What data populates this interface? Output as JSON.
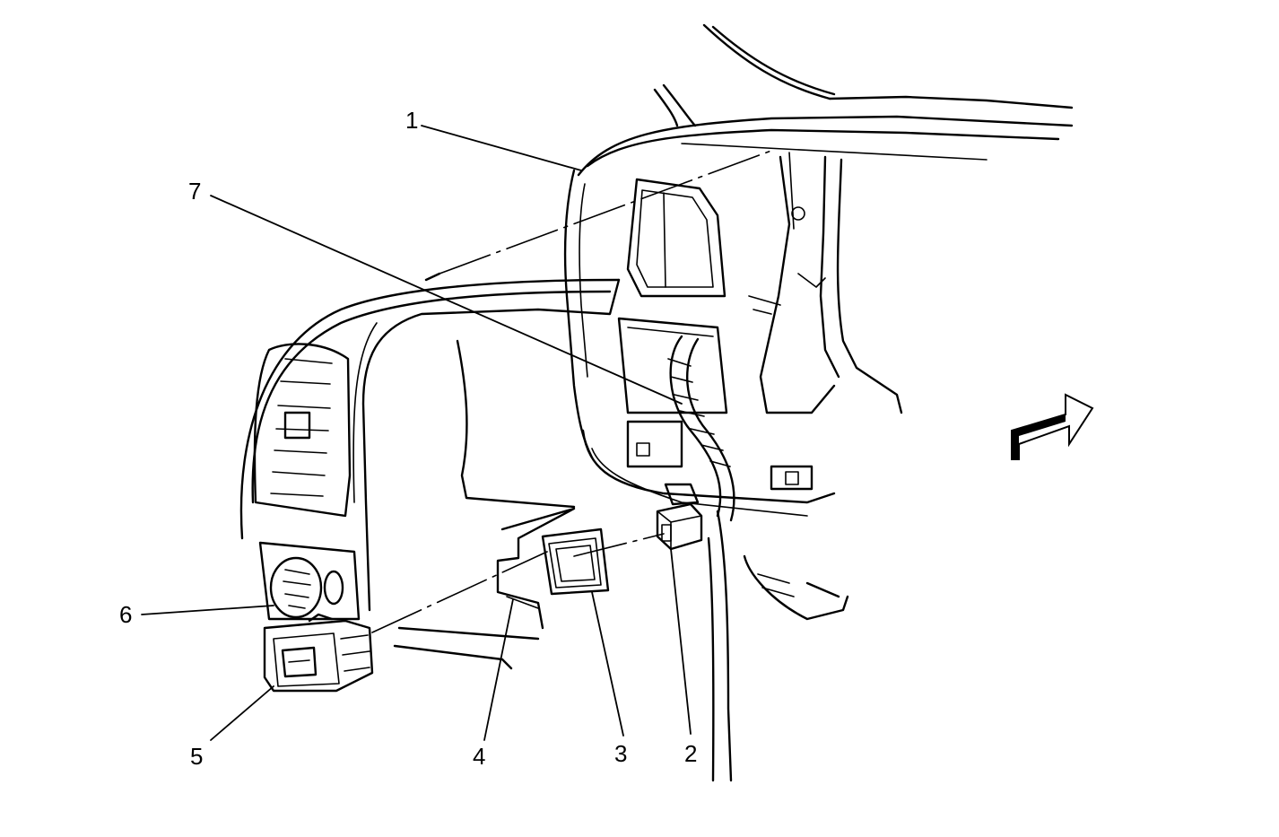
{
  "callouts": {
    "c1": "1",
    "c2": "2",
    "c3": "3",
    "c4": "4",
    "c5": "5",
    "c6": "6",
    "c7": "7"
  },
  "icons": {
    "view_arrow": "direction-arrow-icon"
  }
}
